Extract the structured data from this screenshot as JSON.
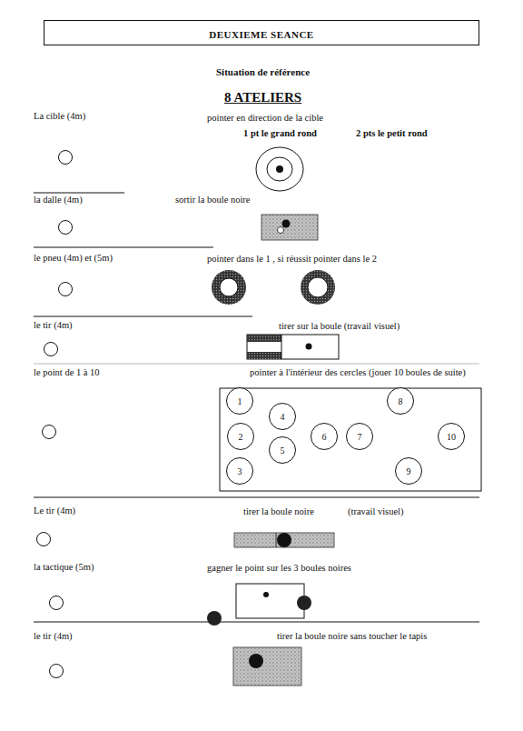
{
  "diagram": {
    "title": "DEUXIEME SEANCE",
    "nodes": [
      {
        "text": [
          "1"
        ]
      },
      {
        "text": [
          "2"
        ]
      },
      {
        "text": [
          "3"
        ]
      },
      {
        "text": [
          "4"
        ]
      },
      {
        "text": [
          "5"
        ]
      },
      {
        "text": [
          "6"
        ]
      },
      {
        "text": [
          "7"
        ]
      },
      {
        "text": [
          "8"
        ]
      },
      {
        "text": [
          "9"
        ]
      },
      {
        "text": [
          "10"
        ]
      }
    ],
    "labels": [
      "Situation de référence",
      "8 ATELIERS",
      "La cible (4m)",
      "pointer en direction de la cible",
      "1 pt le grand rond",
      "2 pts le petit rond",
      "la dalle (4m)",
      "sortir la boule noire",
      "le pneu (4m) et (5m)",
      "pointer dans le 1 , si réussit pointer dans le 2",
      "le tir (4m)",
      "tirer sur la boule (travail visuel)",
      "le point de 1 à 10",
      "pointer à l'intérieur des cercles (jouer 10 boules de suite)",
      "Le tir (4m)",
      "tirer la boule noire",
      "(travail visuel)",
      "la tactique (5m)",
      "gagner le point sur les 3 boules noires",
      "le tir (4m)",
      "tirer la boule noire sans toucher le tapis"
    ]
  }
}
